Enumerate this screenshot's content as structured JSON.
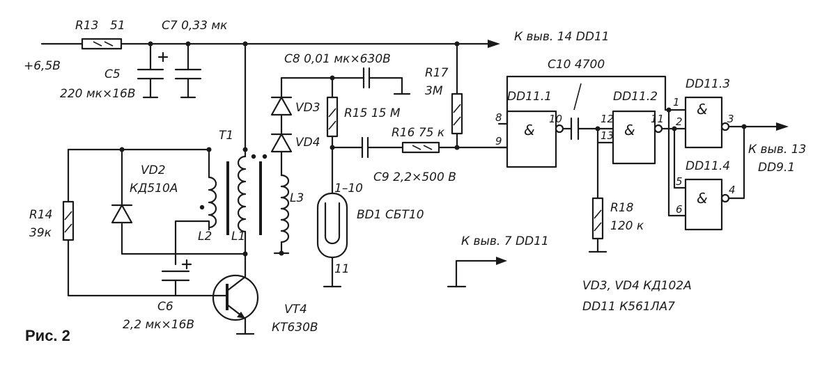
{
  "figure_caption": "Рис. 2",
  "supply": {
    "label": "+6,5В"
  },
  "R13": {
    "ref": "R13",
    "value": "51"
  },
  "C7": {
    "label": "C7 0,33 мк"
  },
  "C5": {
    "ref": "C5",
    "value": "220 мк×16В"
  },
  "C8": {
    "label": "C8 0,01 мк×630В"
  },
  "R17": {
    "ref": "R17",
    "value": "3М"
  },
  "C10": {
    "label": "C10 4700"
  },
  "to_pin14": "К выв. 14 DD11",
  "VD3": "VD3",
  "VD4": "VD4",
  "R15": {
    "label": "R15 15 М"
  },
  "R16": {
    "label": "R16 75 к"
  },
  "C9": {
    "label": "C9 2,2×500 В"
  },
  "T1": "T1",
  "VD2": {
    "ref": "VD2",
    "value": "КД510А"
  },
  "R14": {
    "ref": "R14",
    "value": "39к"
  },
  "L1": "L1",
  "L2": "L2",
  "L3": "L3",
  "BD1": {
    "pins_top": "1–10",
    "pin_bottom": "11",
    "label": "BD1 СБТ10"
  },
  "C6": {
    "ref": "C6",
    "value": "2,2 мк×16В"
  },
  "VT4": {
    "ref": "VT4",
    "value": "КТ630В"
  },
  "to_pin7": "К выв. 7 DD11",
  "R18": {
    "ref": "R18",
    "value": "120 к"
  },
  "gates": {
    "DD11_1": {
      "ref": "DD11.1",
      "in1": "8",
      "in2": "9",
      "out": "10",
      "symbol": "&"
    },
    "DD11_2": {
      "ref": "DD11.2",
      "in1": "12",
      "in2": "13",
      "out": "11",
      "symbol": "&"
    },
    "DD11_3": {
      "ref": "DD11.3",
      "in1": "1",
      "in2": "2",
      "out": "3",
      "symbol": "&"
    },
    "DD11_4": {
      "ref": "DD11.4",
      "in1": "5",
      "in2": "6",
      "out": "4",
      "symbol": "&"
    }
  },
  "output": {
    "line1": "К выв. 13",
    "line2": "DD9.1"
  },
  "parts_note": {
    "line1": "VD3, VD4 КД102А",
    "line2": "DD11 К561ЛА7"
  }
}
